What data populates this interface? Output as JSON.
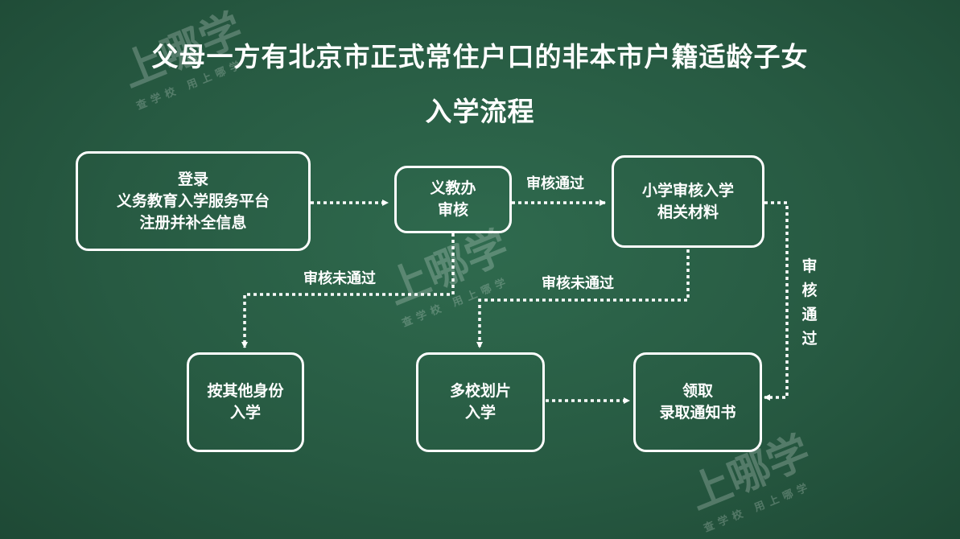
{
  "title": {
    "line1": "父母一方有北京市正式常住户口的非本市户籍适龄子女",
    "line2": "入学流程"
  },
  "boxes": {
    "register": [
      "登录",
      "义务教育入学服务平台",
      "注册并补全信息"
    ],
    "review": [
      "义教办",
      "审核"
    ],
    "school_review": [
      "小学审核入学",
      "相关材料"
    ],
    "other_identity": [
      "按其他身份",
      "入学"
    ],
    "multi_school": [
      "多校划片",
      "入学"
    ],
    "notice": [
      "领取",
      "录取通知书"
    ]
  },
  "labels": {
    "approved": "审核通过",
    "rejected_1": "审核未通过",
    "rejected_2": "审核未通过",
    "approved_vertical": [
      "审",
      "核",
      "通",
      "过"
    ]
  },
  "watermark": {
    "brand": "上哪学",
    "slogan": "查学校 用上哪学"
  },
  "colors": {
    "board": "#275a42",
    "chalk": "#ffffff"
  }
}
